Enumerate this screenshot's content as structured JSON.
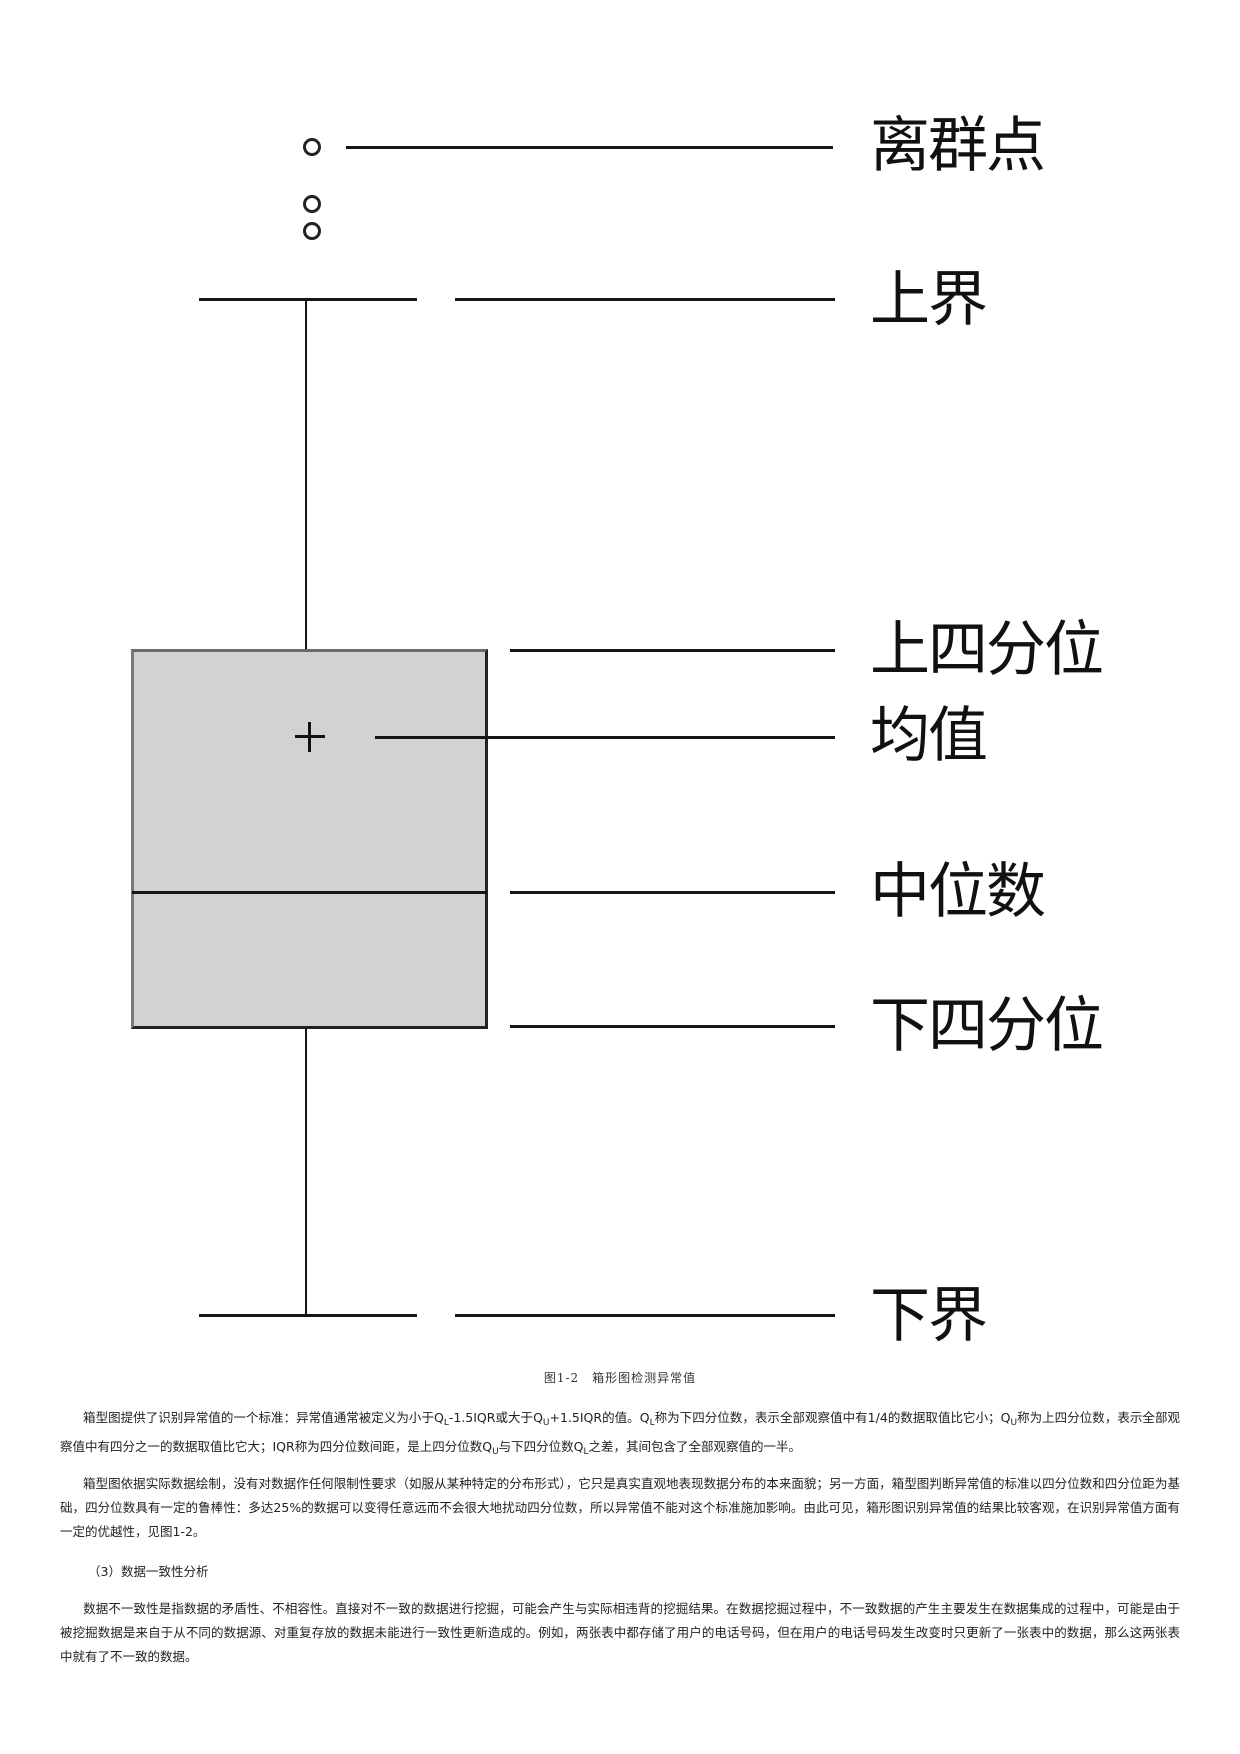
{
  "figure": {
    "labels": {
      "outlier": "离群点",
      "upper_bound": "上界",
      "upper_quartile": "上四分位",
      "mean": "均值",
      "median": "中位数",
      "lower_quartile": "下四分位",
      "lower_bound": "下界"
    },
    "caption": "图1-2　箱形图检测异常值"
  },
  "chart_data": {
    "type": "boxplot-diagram",
    "title": "箱形图检测异常值",
    "figure_number": "图1-2",
    "annotations": [
      "离群点",
      "上界",
      "上四分位",
      "均值",
      "中位数",
      "下四分位",
      "下界"
    ],
    "elements": {
      "outliers": 3,
      "box_fill": "#d1d2d4",
      "mean_marker": "+"
    }
  },
  "body": {
    "p1": {
      "a": "箱型图提供了识别异常值的一个标准：异常值通常被定义为小于Q",
      "sub1": "L",
      "b": "-1.5IQR或大于Q",
      "sub2": "U",
      "c": "+1.5IQR的值。Q",
      "sub3": "L",
      "d": "称为下四分位数，表示全部观察值中有1/4的数据取值比它小；Q",
      "sub4": "U",
      "e": "称为上四分位数，表示全部观察值中有四分之一的数据取值比它大；IQR称为四分位数间距，是上四分位数Q",
      "sub5": "U",
      "f": "与下四分位数Q",
      "sub6": "L",
      "g": "之差，其间包含了全部观察值的一半。"
    },
    "p2": "箱型图依据实际数据绘制，没有对数据作任何限制性要求（如服从某种特定的分布形式），它只是真实直观地表现数据分布的本来面貌；另一方面，箱型图判断异常值的标准以四分位数和四分位距为基础，四分位数具有一定的鲁棒性：多达25%的数据可以变得任意远而不会很大地扰动四分位数，所以异常值不能对这个标准施加影响。由此可见，箱形图识别异常值的结果比较客观，在识别异常值方面有一定的优越性，见图1-2。",
    "heading3": "（3）数据一致性分析",
    "p3": "数据不一致性是指数据的矛盾性、不相容性。直接对不一致的数据进行挖掘，可能会产生与实际相违背的挖掘结果。在数据挖掘过程中，不一致数据的产生主要发生在数据集成的过程中，可能是由于被挖掘数据是来自于从不同的数据源、对重复存放的数据未能进行一致性更新造成的。例如，两张表中都存储了用户的电话号码，但在用户的电话号码发生改变时只更新了一张表中的数据，那么这两张表中就有了不一致的数据。"
  }
}
